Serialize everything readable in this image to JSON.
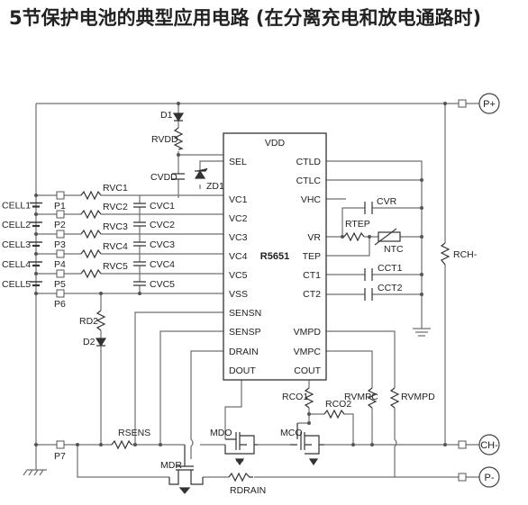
{
  "title": "5节保护电池的典型应用电路 (在分离充电和放电通路时)",
  "ic": {
    "name": "R5651",
    "pins_left": [
      "SEL",
      "VC1",
      "VC2",
      "VC3",
      "VC4",
      "VC5",
      "VSS",
      "SENSN",
      "SENSP",
      "DRAIN",
      "DOUT"
    ],
    "pin_top": "VDD",
    "pins_right": [
      "CTLD",
      "CTLC",
      "VHC",
      "VR",
      "TEP",
      "CT1",
      "CT2",
      "VMPD",
      "VMPC",
      "COUT"
    ]
  },
  "cells": [
    "CELL1",
    "CELL2",
    "CELL3",
    "CELL4",
    "CELL5"
  ],
  "pads": [
    "P1",
    "P2",
    "P3",
    "P4",
    "P5",
    "P6",
    "P7"
  ],
  "input_resistors": [
    "RVC1",
    "RVC2",
    "RVC3",
    "RVC4",
    "RVC5"
  ],
  "input_capacitors": [
    "CVC1",
    "CVC2",
    "CVC3",
    "CVC4",
    "CVC5"
  ],
  "components": {
    "d1": "D1",
    "rvdd": "RVDD",
    "cvdd": "CVDD",
    "zd1": "ZD1",
    "rd2": "RD2",
    "d2": "D2",
    "rsens": "RSENS",
    "mdo": "MDO",
    "mco": "MCO",
    "mdr": "MDR",
    "rdrain": "RDRAIN",
    "cvr": "CVR",
    "rtep": "RTEP",
    "ntc": "NTC",
    "cct1": "CCT1",
    "cct2": "CCT2",
    "rch": "RCH-",
    "rco1": "RCO1",
    "rco2": "RCO2",
    "rvmpc": "RVMPC",
    "rvmpd": "RVMPD"
  },
  "terminals": {
    "pplus": "P+",
    "chminus": "CH-",
    "pminus": "P-"
  }
}
